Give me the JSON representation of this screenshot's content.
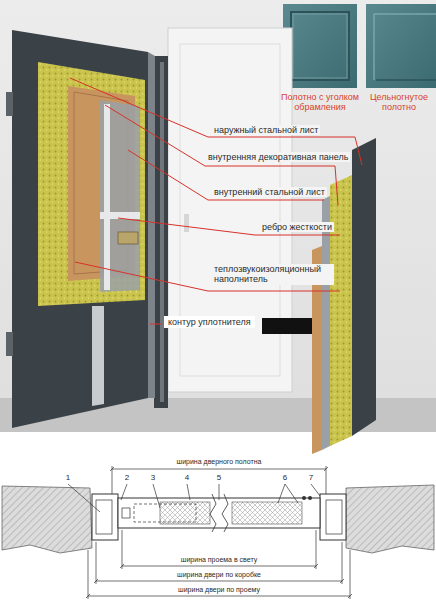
{
  "diagram": {
    "labels": [
      "Полотно с уголком обрамления",
      "Цельногнутое полотно",
      "наружный стальной лист",
      "внутренняя декоративная панель",
      "внутренний стальной лист",
      "ребро жесткости",
      "теплозвукоизоляционный наполнитель",
      "контур уплотнителя",
      "ширина дверного полотна",
      "1",
      "2",
      "3",
      "4",
      "5",
      "6",
      "7",
      "ширина проема в свету",
      "ширина двери по коробке",
      "ширина двери по проему"
    ]
  }
}
